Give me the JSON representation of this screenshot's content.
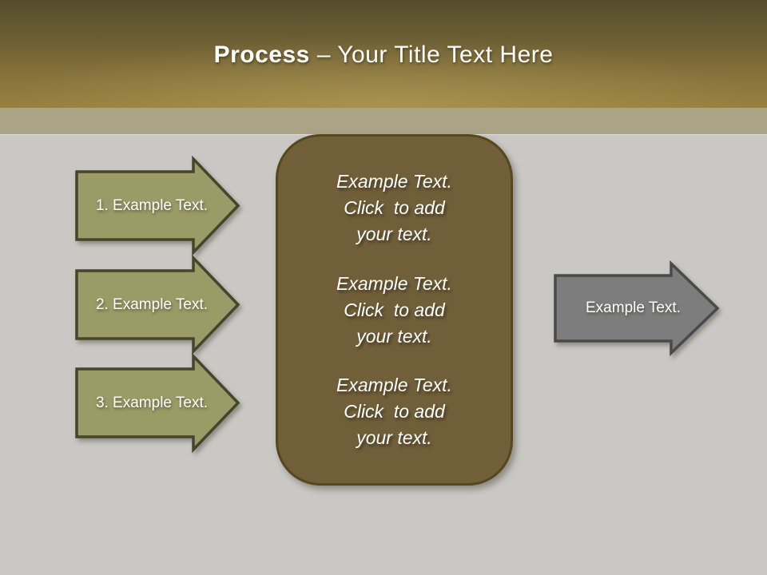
{
  "slide": {
    "title": {
      "emphasis": "Process",
      "rest": "– Your Title Text Here"
    },
    "left_arrows": [
      {
        "label": "1. Example Text."
      },
      {
        "label": "2. Example Text."
      },
      {
        "label": "3. Example Text."
      }
    ],
    "center_box": {
      "blocks": [
        {
          "text": "Example Text.\nClick  to add\nyour text."
        },
        {
          "text": "Example Text.\nClick  to add\nyour text."
        },
        {
          "text": "Example Text.\nClick  to add\nyour text."
        }
      ]
    },
    "right_arrow": {
      "label": "Example Text."
    },
    "colors": {
      "header_gradient_top": "#564d2e",
      "header_gradient_bottom": "#97803f",
      "header_band": "#aba386",
      "background": "#c9c8c4",
      "olive_arrow_fill": "#9a9b67",
      "olive_arrow_border": "#45452b",
      "center_box_fill": "#715f3a",
      "center_box_border": "#55481f",
      "gray_arrow_fill": "#7d7d7d",
      "gray_arrow_border": "#4a4a4a",
      "text": "#ffffff"
    }
  }
}
